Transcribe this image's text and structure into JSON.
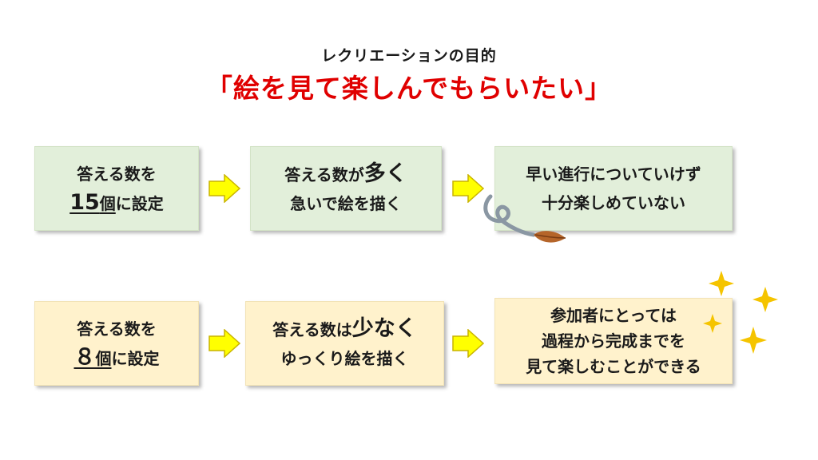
{
  "heading": {
    "subtitle": "レクリエーションの目的",
    "title": "「絵を見て楽しんでもらいたい」"
  },
  "top_row": {
    "box1": {
      "l1": "答える数を",
      "l2_num": "15",
      "l2_a": "個",
      "l2_b": "に設定"
    },
    "box2": {
      "l1_a": "答える数が",
      "l1_b": "多く",
      "l2": "急いで絵を描く"
    },
    "box3": {
      "l1": "早い進行についていけず",
      "l2": "十分楽しめていない"
    }
  },
  "bottom_row": {
    "box1": {
      "l1": "答える数を",
      "l2_num": "８",
      "l2_a": "個",
      "l2_b": "に設定"
    },
    "box2": {
      "l1_a": "答える数は",
      "l1_b": "少なく",
      "l2": "ゆっくり絵を描く"
    },
    "box3": {
      "l1": "参加者にとっては",
      "l2": "過程から完成までを",
      "l3": "見て楽しむことができる"
    }
  },
  "colors": {
    "title": "#e00000",
    "top_box_fill": "#e2efda",
    "bottom_box_fill": "#fff2cc",
    "arrow_fill": "#ffff00",
    "sparkle": "#f5c400"
  },
  "decorations": {
    "top_row_end": "swirl-and-leaf-icon",
    "bottom_row_end": "sparkles-icon"
  }
}
